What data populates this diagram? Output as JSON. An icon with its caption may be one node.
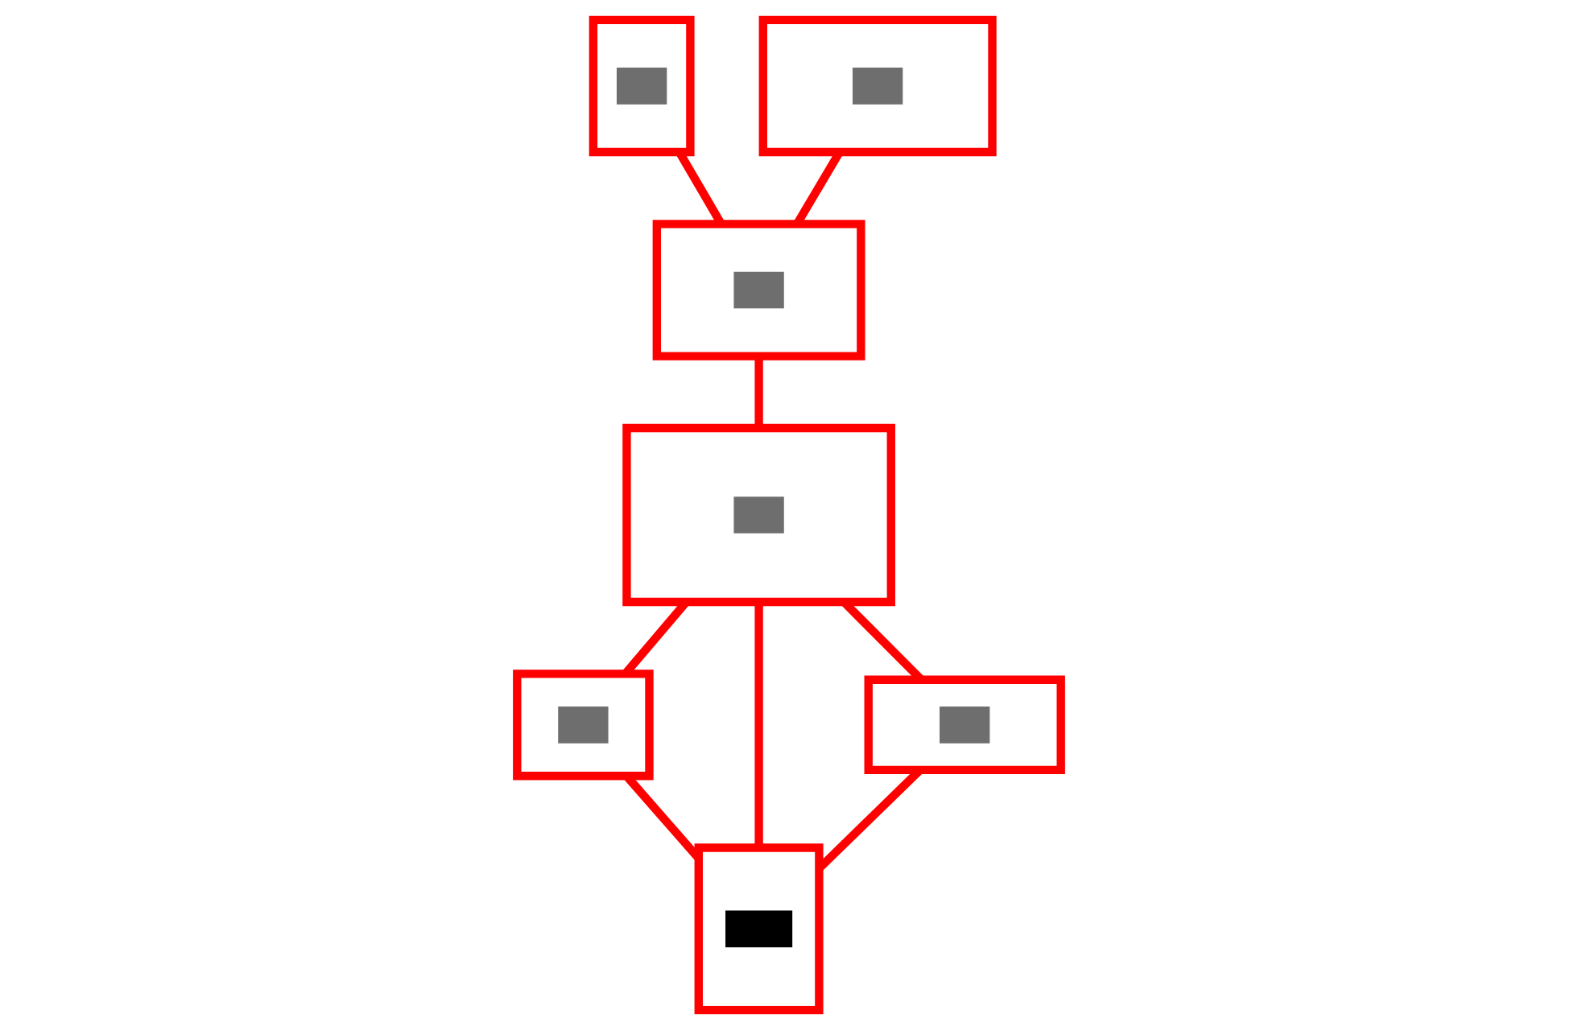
{
  "diagram": {
    "nodes": [
      {
        "text": [],
        "shape": "box"
      },
      {
        "text": [],
        "shape": "box"
      },
      {
        "text": [],
        "shape": "box"
      },
      {
        "text": [],
        "shape": "box"
      },
      {
        "text": [],
        "shape": "box"
      },
      {
        "text": [],
        "shape": "box"
      },
      {
        "text": [],
        "shape": "box"
      }
    ],
    "edges": [
      {
        "from": 0,
        "to": 2,
        "arrow": "none"
      },
      {
        "from": 1,
        "to": 2,
        "arrow": "none"
      },
      {
        "from": 2,
        "to": 5,
        "arrow": "none"
      },
      {
        "from": 5,
        "to": 3,
        "arrow": "none"
      },
      {
        "from": 5,
        "to": 6,
        "arrow": "none"
      },
      {
        "from": 5,
        "to": 4,
        "arrow": "none"
      },
      {
        "from": 3,
        "to": 4,
        "arrow": "none"
      },
      {
        "from": 6,
        "to": 4,
        "arrow": "none"
      }
    ]
  }
}
